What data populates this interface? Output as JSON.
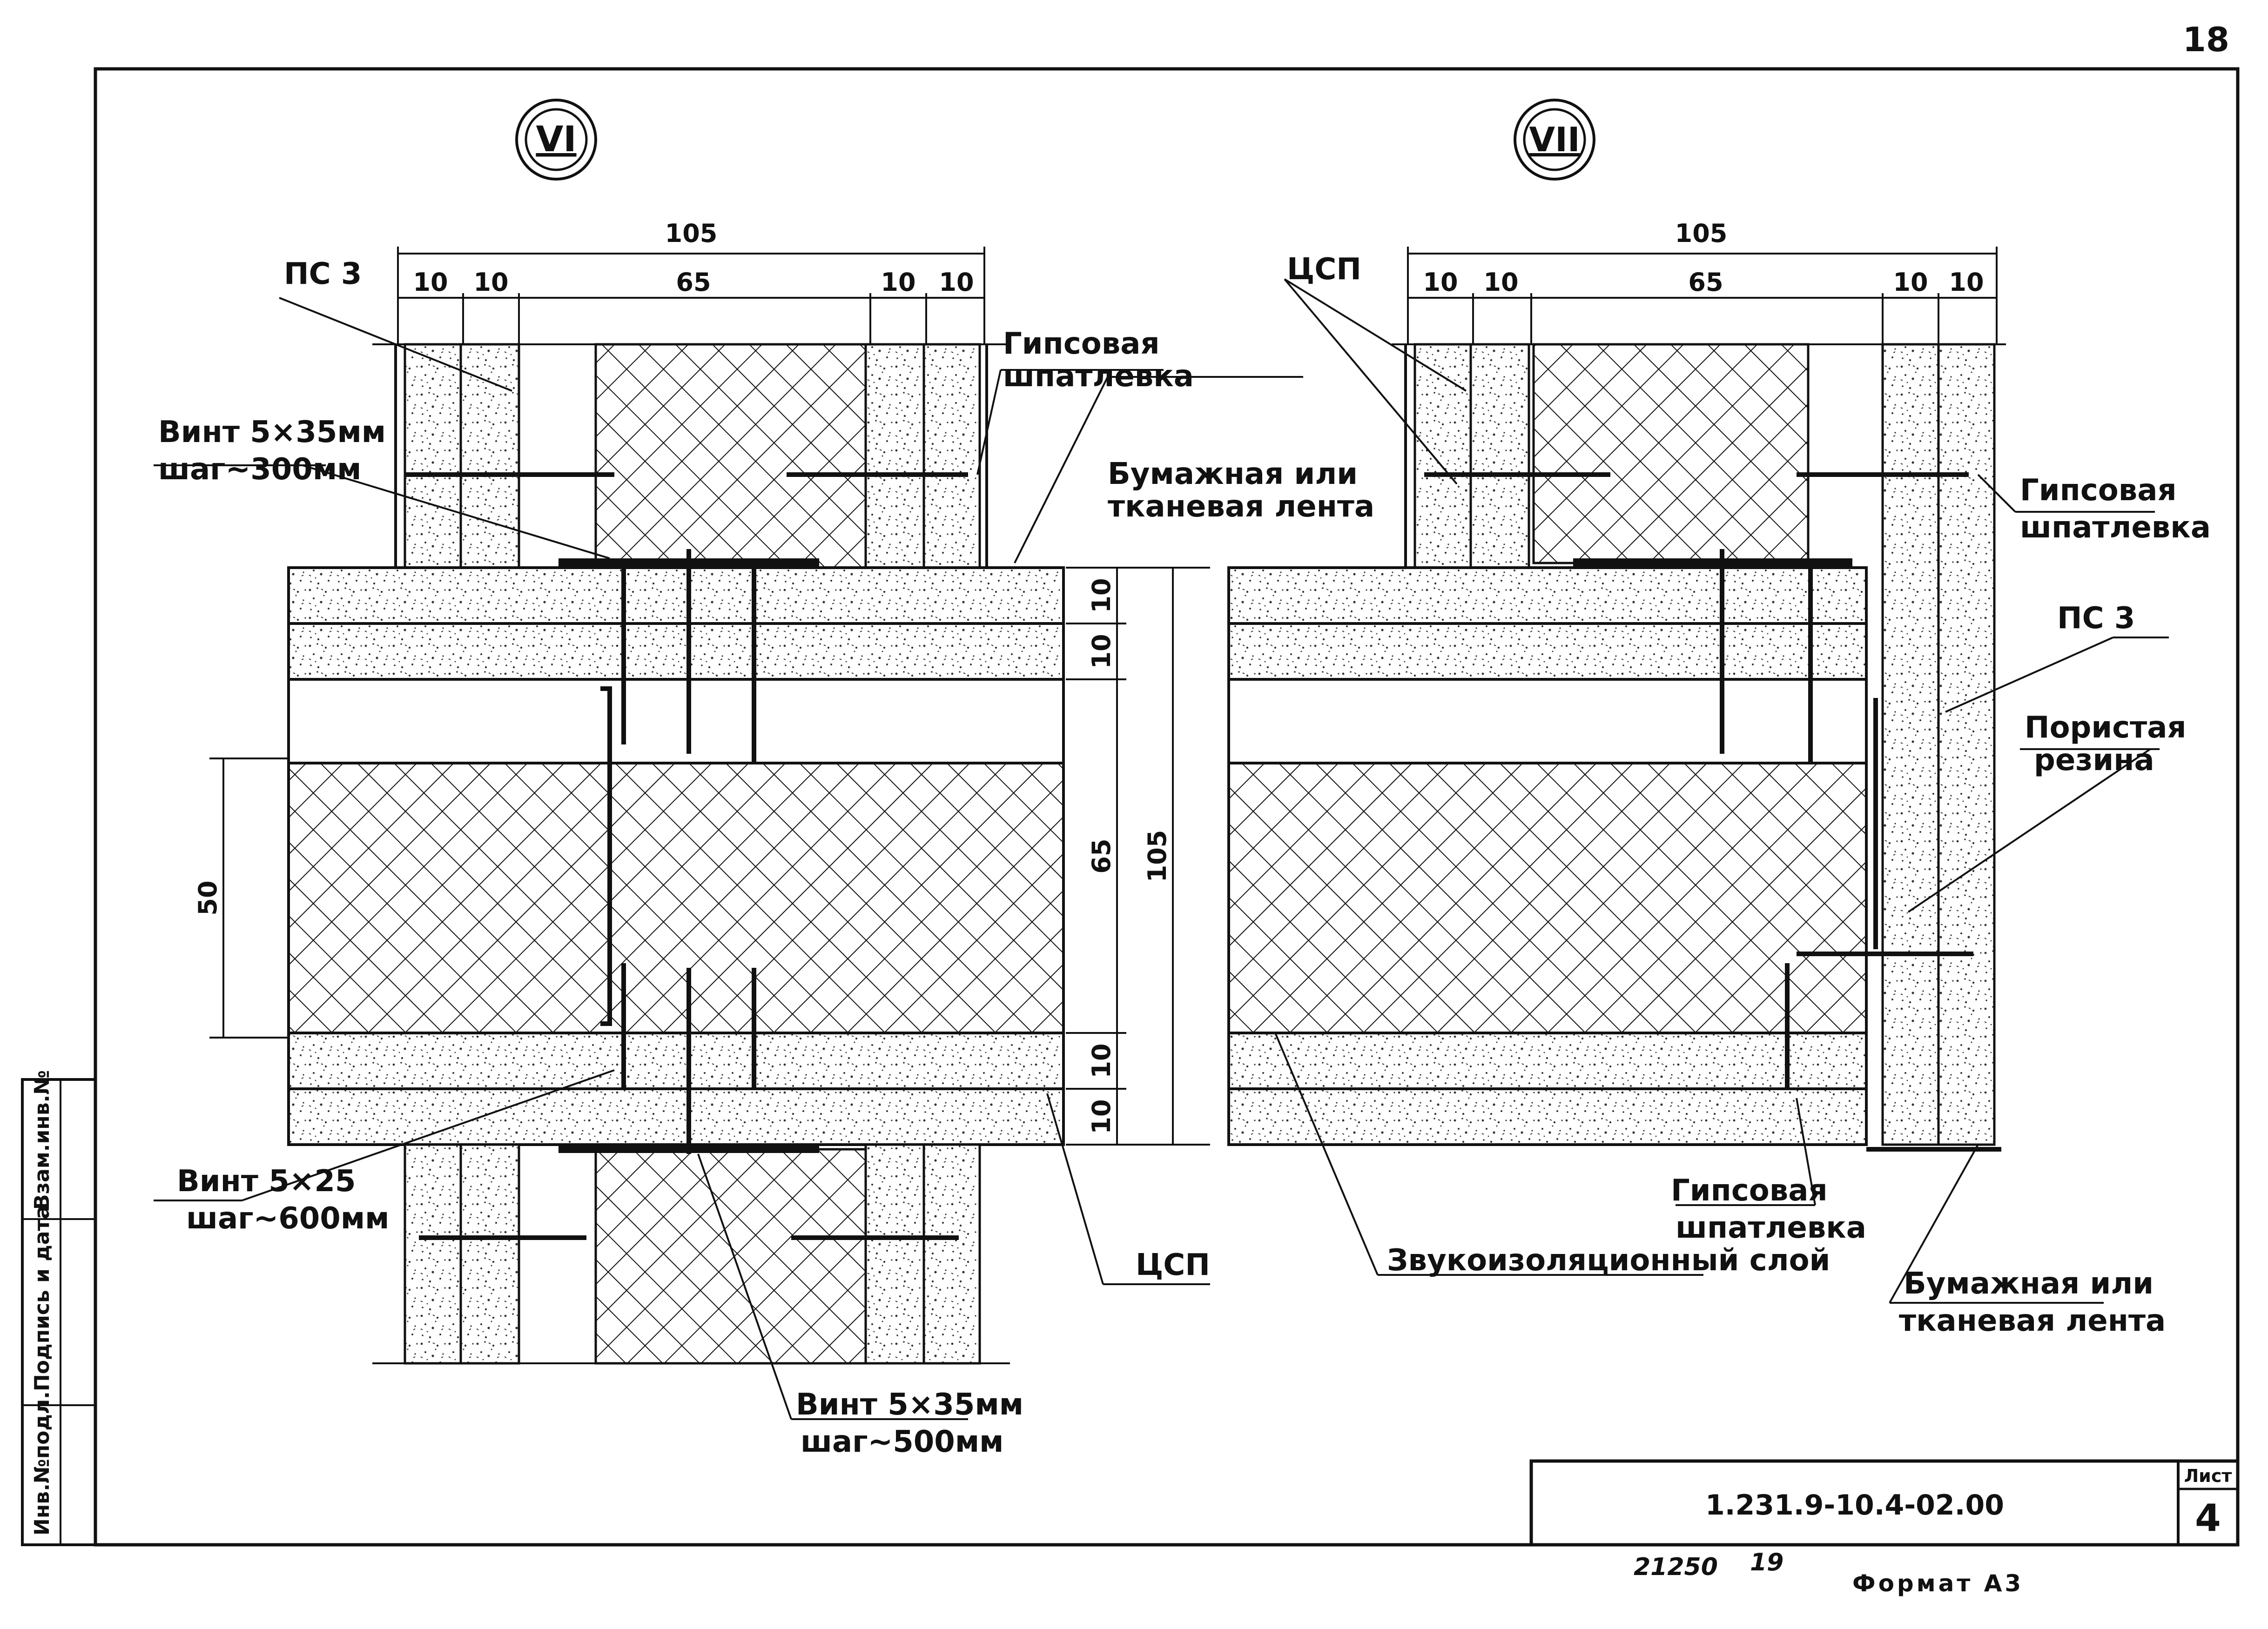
{
  "sheet": {
    "page_number": "18",
    "document_code": "1.231.9-10.4-02.00",
    "sheet_label": "Лист",
    "sheet_number": "4",
    "footer_number": "21250",
    "footer_number2": "19",
    "format_label": "Формат А3"
  },
  "stamp_side": {
    "col1": "Инв.№подл.",
    "col2": "Подпись и дата",
    "col3": "Взам.инв.№"
  },
  "section_vi": {
    "marker": "VI",
    "dim_total": "105",
    "dim_a": "10",
    "dim_b": "10",
    "dim_c": "65",
    "dim_d": "10",
    "dim_e": "10",
    "label_ps3": "ПС 3",
    "label_gyps_1": "Гипсовая",
    "label_gyps_2": "шпатлевка",
    "label_screw35_1": "Винт 5×35мм",
    "label_screw35_2": "шаг~300мм",
    "label_tape_1": "Бумажная или",
    "label_tape_2": "тканевая лента",
    "label_screw25_1": "Винт 5×25",
    "label_screw25_2": "шаг~600мм",
    "label_screw35b_1": "Винт 5×35мм",
    "label_screw35b_2": "шаг~500мм",
    "label_tsp": "ЦСП",
    "dim_v50": "50",
    "dim_v10a": "10",
    "dim_v10b": "10",
    "dim_v65": "65",
    "dim_v105": "105",
    "dim_v10c": "10",
    "dim_v10d": "10"
  },
  "section_vii": {
    "marker": "VII",
    "dim_total": "105",
    "dim_a": "10",
    "dim_b": "10",
    "dim_c": "65",
    "dim_d": "10",
    "dim_e": "10",
    "label_tsp": "ЦСП",
    "label_gyps_1": "Гипсовая",
    "label_gyps_2": "шпатлевка",
    "label_ps3": "ПС 3",
    "label_rubber_1": "Пористая",
    "label_rubber_2": "резина",
    "label_gyps2_1": "Гипсовая",
    "label_gyps2_2": "шпатлевка",
    "label_sound": "Звукоизоляционный слой",
    "label_tape_1": "Бумажная или",
    "label_tape_2": "тканевая лента"
  }
}
